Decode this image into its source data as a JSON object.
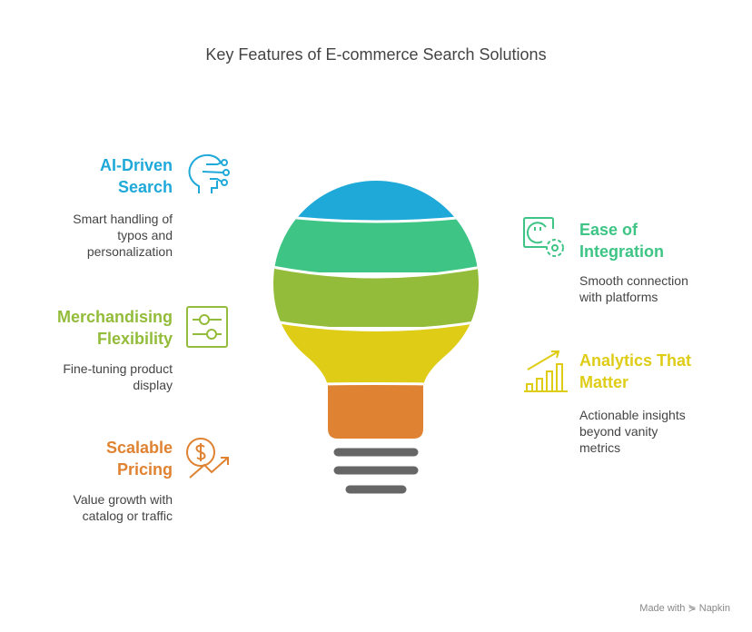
{
  "title": "Key Features of E-commerce Search Solutions",
  "features": [
    {
      "heading_line1": "AI-Driven",
      "heading_line2": "Search",
      "desc_lines": [
        "Smart handling of",
        "typos and",
        "personalization"
      ],
      "color": "#1FA9D9",
      "icon": "ai-head-icon"
    },
    {
      "heading_line1": "Merchandising",
      "heading_line2": "Flexibility",
      "desc_lines": [
        "Fine-tuning product",
        "display"
      ],
      "color": "#93BC3A",
      "icon": "sliders-icon"
    },
    {
      "heading_line1": "Scalable",
      "heading_line2": "Pricing",
      "desc_lines": [
        "Value growth with",
        "catalog or traffic"
      ],
      "color": "#DF8231",
      "icon": "dollar-growth-icon"
    },
    {
      "heading_line1": "Ease of",
      "heading_line2": "Integration",
      "desc_lines": [
        "Smooth connection",
        "with platforms"
      ],
      "color": "#3EC585",
      "icon": "plug-gear-icon"
    },
    {
      "heading_line1": "Analytics That",
      "heading_line2": "Matter",
      "desc_lines": [
        "Actionable insights",
        "beyond vanity",
        "metrics"
      ],
      "color": "#DFCC17",
      "icon": "bar-chart-growth-icon"
    }
  ],
  "footer": "Made with ⋟ Napkin"
}
